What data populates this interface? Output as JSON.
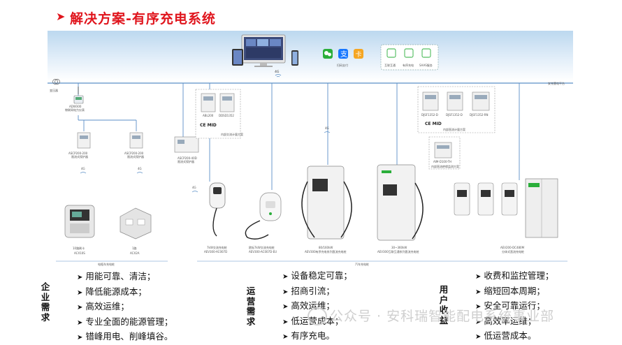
{
  "title": "解决方案-有序充电系统",
  "labels": {
    "wifi_4g": "4G",
    "payment": "扫码支付",
    "svc_interconnect": "互联互通",
    "svc_ordered": "有序充电",
    "svc_saas": "SAAS服务",
    "transformer": "变压器",
    "cloud_platform": "安充慧电平台",
    "meter_adw300_a": "ADW300",
    "meter_adw300_b": "物联网电力仪表",
    "ascp_a1": "ASCP200-200",
    "ascp_a2": "限流式保护器",
    "ascp_b1": "ASCP200-200",
    "ascp_b2": "限流式保护器",
    "ascp_c1": "ASCP200-40D",
    "ascp_c2": "限流式保护器",
    "abl200": "ABL200",
    "ddsd": "DDSD1352",
    "meter_group1": "内部交流计量方案",
    "djsf_a": "DJSF1352-D",
    "djsf_b": "DJSF1352-D",
    "djsf_c": "DJSF1352-RN",
    "meter_group2": "内部直流计量方案",
    "aim": "AIM-D100-TH",
    "insulation": "内部直流绝缘监测方案",
    "cert_ce": "CE MID",
    "card10_a": "10路刷卡",
    "card10_b": "ACX10S",
    "plug1_a": "1路",
    "plug1_b": "ACX2A",
    "bike_line": "电瓶车充电桩",
    "ac7kw_a": "7kW交流充电桩",
    "ac7kw_b": "AEV300-AC007D",
    "ac7kw_eu_a": "欧标7kW交流充电桩",
    "ac7kw_eu_b": "AEV300-AC007D-EU",
    "dc160_a": "80/160kW",
    "dc160_b": "AEV300有序充电系列直流充电桩",
    "dc360_a": "30~360kW",
    "dc360_b": "AEV300互联互通系列直流充电桩",
    "dc480_a": "AEV200-DC480M",
    "dc480_b": "分体式直流充电桩",
    "ev_line": "汽车充电桩"
  },
  "sections": [
    {
      "heading": "企业需求",
      "items": [
        "用能可靠、清洁；",
        "降低能源成本；",
        "高效运维；",
        "专业全面的能源管理；",
        "错峰用电、削峰填谷。"
      ]
    },
    {
      "heading": "运营需求",
      "items": [
        "设备稳定可靠；",
        "招商引流；",
        "高效运维；",
        "低运营成本；",
        "有序充电。"
      ]
    },
    {
      "heading": "用户收益",
      "items": [
        "收费和监控管理；",
        "缩短回本周期；",
        "安全可靠运行；",
        "高效率运维；",
        "低运营成本。"
      ]
    }
  ],
  "watermark": "公众号 · 安科瑞智能配电系统事业部",
  "colors": {
    "title_red": "#e0151d",
    "line_blue": "#5b8fc7",
    "sky": "#bcd8ef"
  }
}
